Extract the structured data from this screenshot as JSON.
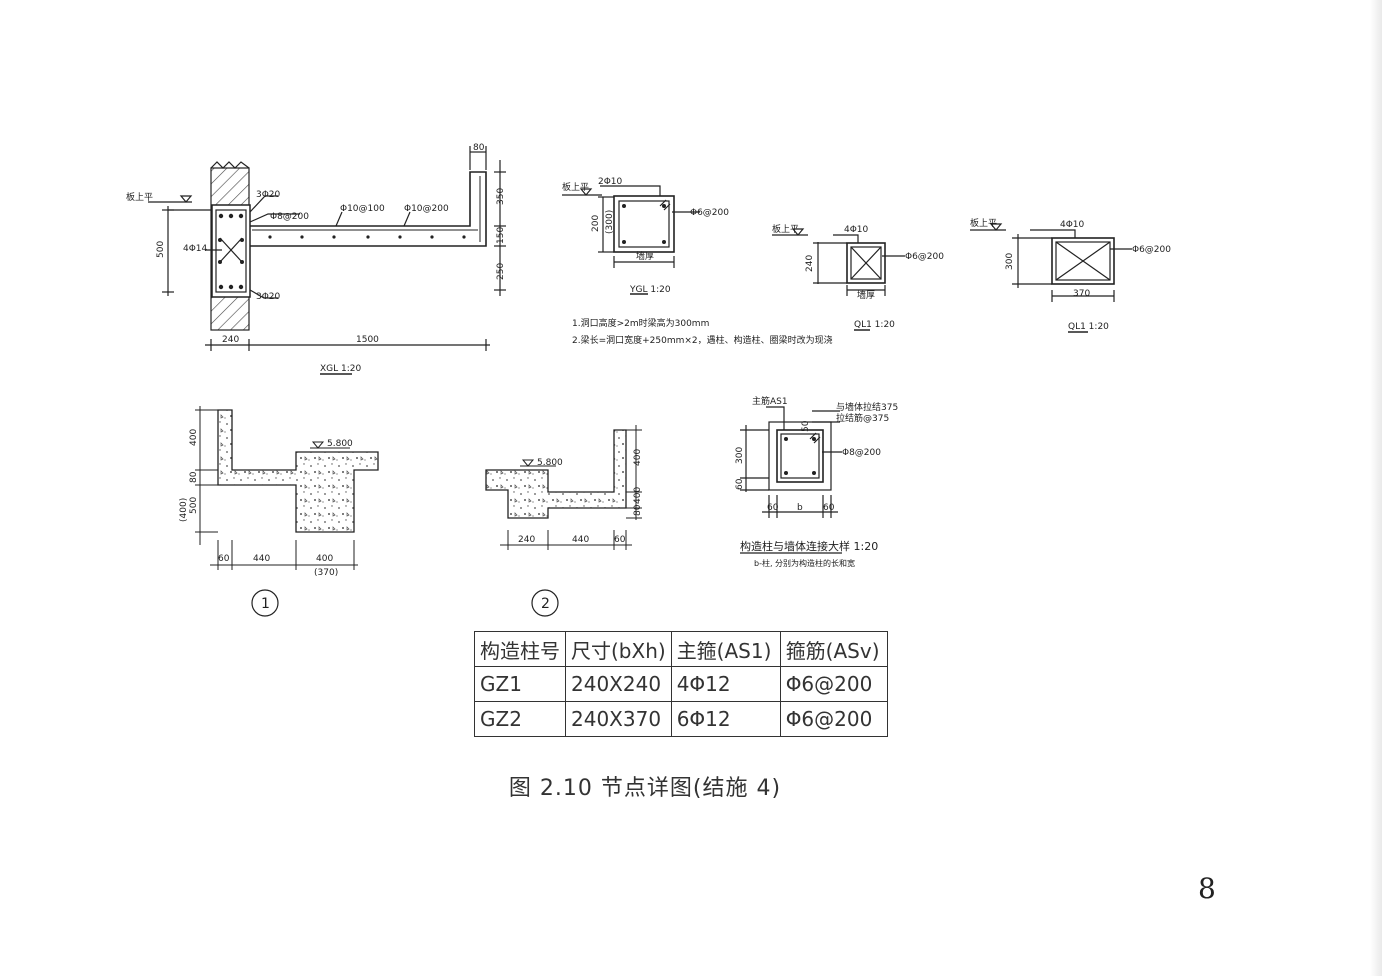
{
  "caption": "图 2.10    节点详图(结施 4)",
  "page_number": "8",
  "xgl": {
    "title": "XGL 1:20",
    "level": "板上平",
    "dims": {
      "d80": "80",
      "d350": "350",
      "d150": "150",
      "d250": "250",
      "d500": "500",
      "d240": "240",
      "d1500": "1500"
    },
    "rebar": {
      "top": "3Φ20",
      "bottom": "3Φ20",
      "side": "4Φ14",
      "stirrup": "Φ8@200",
      "slab1": "Φ10@100",
      "slab2": "Φ10@200"
    }
  },
  "ygl": {
    "title": "YGL 1:20",
    "level": "板上平",
    "top_bar": "2Φ10",
    "stirrup": "Φ6@200",
    "height": "200",
    "height_alt": "(300)",
    "width": "墙厚",
    "notes": [
      "1.洞口高度>2m时梁高为300mm",
      "2.梁长=洞口宽度+250mm×2，遇柱、构造柱、圈梁时改为现浇"
    ]
  },
  "ql1_a": {
    "title": "QL1 1:20",
    "level": "板上平",
    "bars": "4Φ10",
    "stirrup": "Φ6@200",
    "height": "240",
    "width": "墙厚"
  },
  "ql1_b": {
    "title": "QL1 1:20",
    "level": "板上平",
    "bars": "4Φ10",
    "stirrup": "Φ6@200",
    "height": "300",
    "width": "370"
  },
  "detail1": {
    "label": "1",
    "elev": "5.800",
    "dims": [
      "400",
      "80",
      "(400)",
      "500",
      "60",
      "440",
      "400",
      "(370)"
    ]
  },
  "detail2": {
    "label": "2",
    "elev": "5.800",
    "dims": [
      "400",
      "400",
      "80",
      "240",
      "440",
      "60"
    ]
  },
  "gz_detail": {
    "title": "构造柱与墙体连接大样 1:20",
    "subtitle": "b-柱, 分别为构造柱的长和宽",
    "main_bar": "主筋AS1",
    "tie1": "与墙体拉结375",
    "tie2": "拉结筋@375",
    "stirrup": "Φ8@200",
    "dims": {
      "d50": "50",
      "d300": "300",
      "d60": "60",
      "b": "b"
    }
  },
  "table": {
    "headers": [
      "构造柱号",
      "尺寸(bXh)",
      "主箍(AS1)",
      "箍筋(ASv)"
    ],
    "rows": [
      [
        "GZ1",
        "240X240",
        "4Φ12",
        "Φ6@200"
      ],
      [
        "GZ2",
        "240X370",
        "6Φ12",
        "Φ6@200"
      ]
    ]
  }
}
